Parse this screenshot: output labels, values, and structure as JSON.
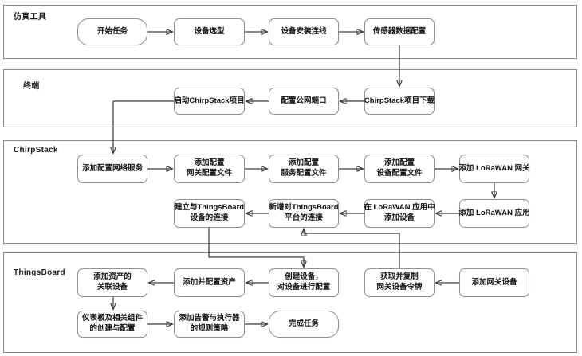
{
  "diagram": {
    "lanes": [
      {
        "label": "仿真工具"
      },
      {
        "label": "终端"
      },
      {
        "label": "ChirpStack"
      },
      {
        "label": "ThingsBoard"
      }
    ],
    "nodes": {
      "start_task": "开始任务",
      "device_selection": "设备选型",
      "device_install_wiring": "设备安装连线",
      "sensor_data_config": "传感器数据配置",
      "launch_chirpstack_project": "启动ChirpStack项目",
      "config_public_port": "配置公网端口",
      "chirpstack_project_download": "ChirpStack项目下载",
      "add_network_service": "添加配置网络服务",
      "add_gateway_profile": "添加配置\n网关配置文件",
      "add_service_profile": "添加配置\n服务配置文件",
      "add_device_profile": "添加配置\n设备配置文件",
      "add_lorawan_gateway": "添加 LoRaWAN 网关",
      "add_lorawan_app": "添加 LoRaWAN 应用",
      "add_device_in_lorawan_app": "在 LoRaWAN 应用中\n添加设备",
      "connect_thingsboard_platform": "新增对ThingsBoard\n平台的连接",
      "connect_thingsboard_device": "建立与ThingsBoard\n设备的连接",
      "add_asset_related_devices": "添加资产的\n关联设备",
      "add_and_config_asset": "添加并配置资产",
      "create_and_config_device": "创建设备，\n对设备进行配置",
      "get_copy_gateway_token": "获取并复制\n网关设备令牌",
      "add_gateway_device": "添加网关设备",
      "dashboard_components_setup": "仪表板及相关组件\n的创建与配置",
      "alarm_actuator_rules": "添加告警与执行器\n的规则策略",
      "finish_task": "完成任务"
    },
    "colors": {
      "box_border": "#909090",
      "box_fill": "#ffffff",
      "lane_border": "#8a8a8a",
      "arrow": "#3a3a3a",
      "text": "#111111"
    }
  }
}
